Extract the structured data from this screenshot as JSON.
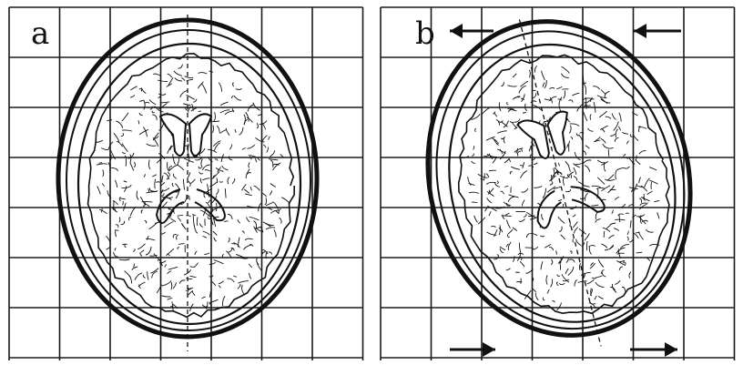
{
  "panels": [
    {
      "label": "a",
      "rotation_deg": 0,
      "arrows": false
    },
    {
      "label": "b",
      "rotation_deg": -14,
      "arrows": true
    }
  ],
  "colors": {
    "background": "#ffffff",
    "grid": "#1a1a1a",
    "ink": "#111111"
  },
  "icons": {
    "arrow": "arrow-icon",
    "brain": "brain-scan-drawing"
  }
}
